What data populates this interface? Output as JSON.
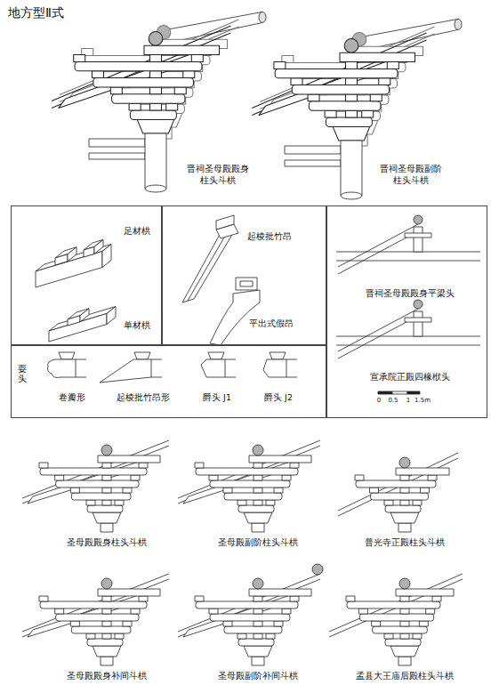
{
  "diagram": {
    "title": "地方型Ⅱ式",
    "nodes": [
      {
        "text": [
          "足材栱",
          "单材栱"
        ]
      },
      {
        "text": [
          "起棱批竹昂",
          "平出式假昂"
        ]
      },
      {
        "text": [
          "晋祠圣母殿殿身平梁头",
          "宣承院正殿四椽栿头",
          "0",
          "0.5",
          "1",
          "1.5m"
        ]
      },
      {
        "text": [
          "耍头",
          "卷瓣形",
          "起棱批竹昂形",
          "爵头 J1",
          "爵头 J2"
        ]
      }
    ],
    "labels": [
      "晋祠圣母殿殿身 柱头斗栱",
      "晋祠圣母殿副阶 柱头斗栱",
      "圣母殿殿身柱头斗栱",
      "圣母殿副阶柱头斗栱",
      "普光寺正殿柱头斗栱",
      "圣母殿殿身补间斗栱",
      "圣母殿副阶补间斗栱",
      "孟县大王庙后殿柱头斗栱"
    ]
  }
}
